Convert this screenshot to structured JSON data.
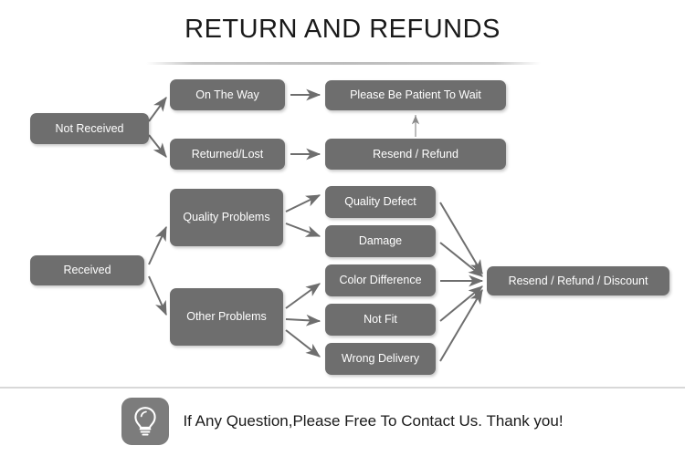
{
  "header": {
    "title": "RETURN AND REFUNDS"
  },
  "colors": {
    "node_fill": "#6e6e6e",
    "node_text": "#ffffff",
    "arrow": "#6e6e6e",
    "background": "#ffffff",
    "divider": "#d8d8d8",
    "title_text": "#1a1a1a"
  },
  "flow": {
    "nodes": {
      "not_received": "Not Received",
      "on_the_way": "On The Way",
      "returned_lost": "Returned/Lost",
      "please_be_patient": "Please Be Patient To Wait",
      "resend_refund": "Resend / Refund",
      "received": "Received",
      "quality_problems": "Quality Problems",
      "other_problems": "Other Problems",
      "quality_defect": "Quality Defect",
      "damage": "Damage",
      "color_difference": "Color Difference",
      "not_fit": "Not Fit",
      "wrong_delivery": "Wrong Delivery",
      "resend_refund_discount": "Resend / Refund / Discount"
    }
  },
  "footer": {
    "icon": "lightbulb-icon",
    "message": "If Any Question,Please Free To Contact Us. Thank you!"
  }
}
